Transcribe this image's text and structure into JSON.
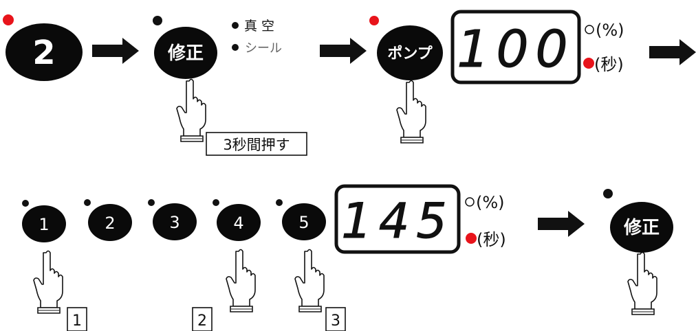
{
  "row1": {
    "mode_button": "2",
    "correction_button": "修正",
    "option_vacuum": "真 空",
    "option_seal": "シール",
    "pump_button": "ポンプ",
    "display_value": "100",
    "unit_percent": "(%)",
    "unit_seconds": "(秒)",
    "press_note": "3秒間押す"
  },
  "row2": {
    "digit_buttons": [
      "1",
      "2",
      "3",
      "4",
      "5"
    ],
    "display_value": "145",
    "unit_percent": "(%)",
    "unit_seconds": "(秒)",
    "correction_button": "修正",
    "step_labels": [
      "1",
      "2",
      "3"
    ]
  },
  "colors": {
    "button_fill": "#0a0a0a",
    "led_active": "#e8141b",
    "led_inactive": "#111111",
    "arrow": "#111111"
  }
}
